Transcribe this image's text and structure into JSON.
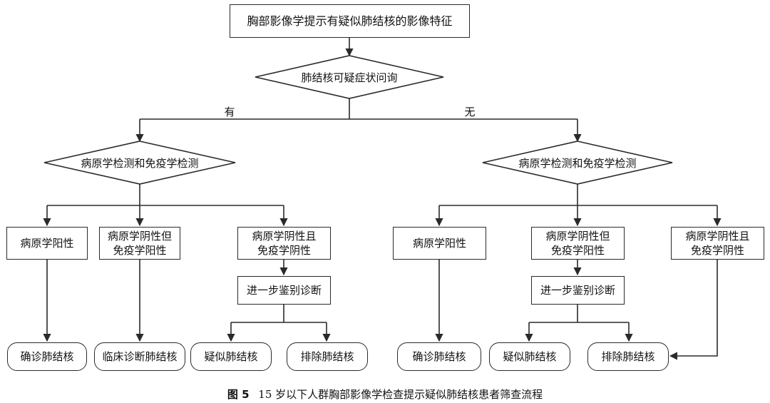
{
  "top_box": "胸部影像学提示有疑似肺结核的影像特征",
  "decision_1": "肺结核可疑症状问询",
  "branch_yes": "有",
  "branch_no": "无",
  "left": {
    "decision": "病原学检测和免疫学检测",
    "result_a": "病原学阳性",
    "result_b": "病原学阴性但\n免疫学阳性",
    "result_c": "病原学阴性且\n免疫学阴性",
    "further": "进一步鉴别诊断",
    "out_confirmed": "确诊肺结核",
    "out_clinical": "临床诊断肺结核",
    "out_suspected": "疑似肺结核",
    "out_excluded": "排除肺结核"
  },
  "right": {
    "decision": "病原学检测和免疫学检测",
    "result_a": "病原学阳性",
    "result_b": "病原学阴性但\n免疫学阳性",
    "result_c": "病原学阴性且\n免疫学阴性",
    "further": "进一步鉴别诊断",
    "out_confirmed": "确诊肺结核",
    "out_suspected": "疑似肺结核",
    "out_excluded": "排除肺结核"
  },
  "caption": {
    "figure_label": "图 5",
    "text": "15 岁以下人群胸部影像学检查提示疑似肺结核患者筛查流程"
  }
}
